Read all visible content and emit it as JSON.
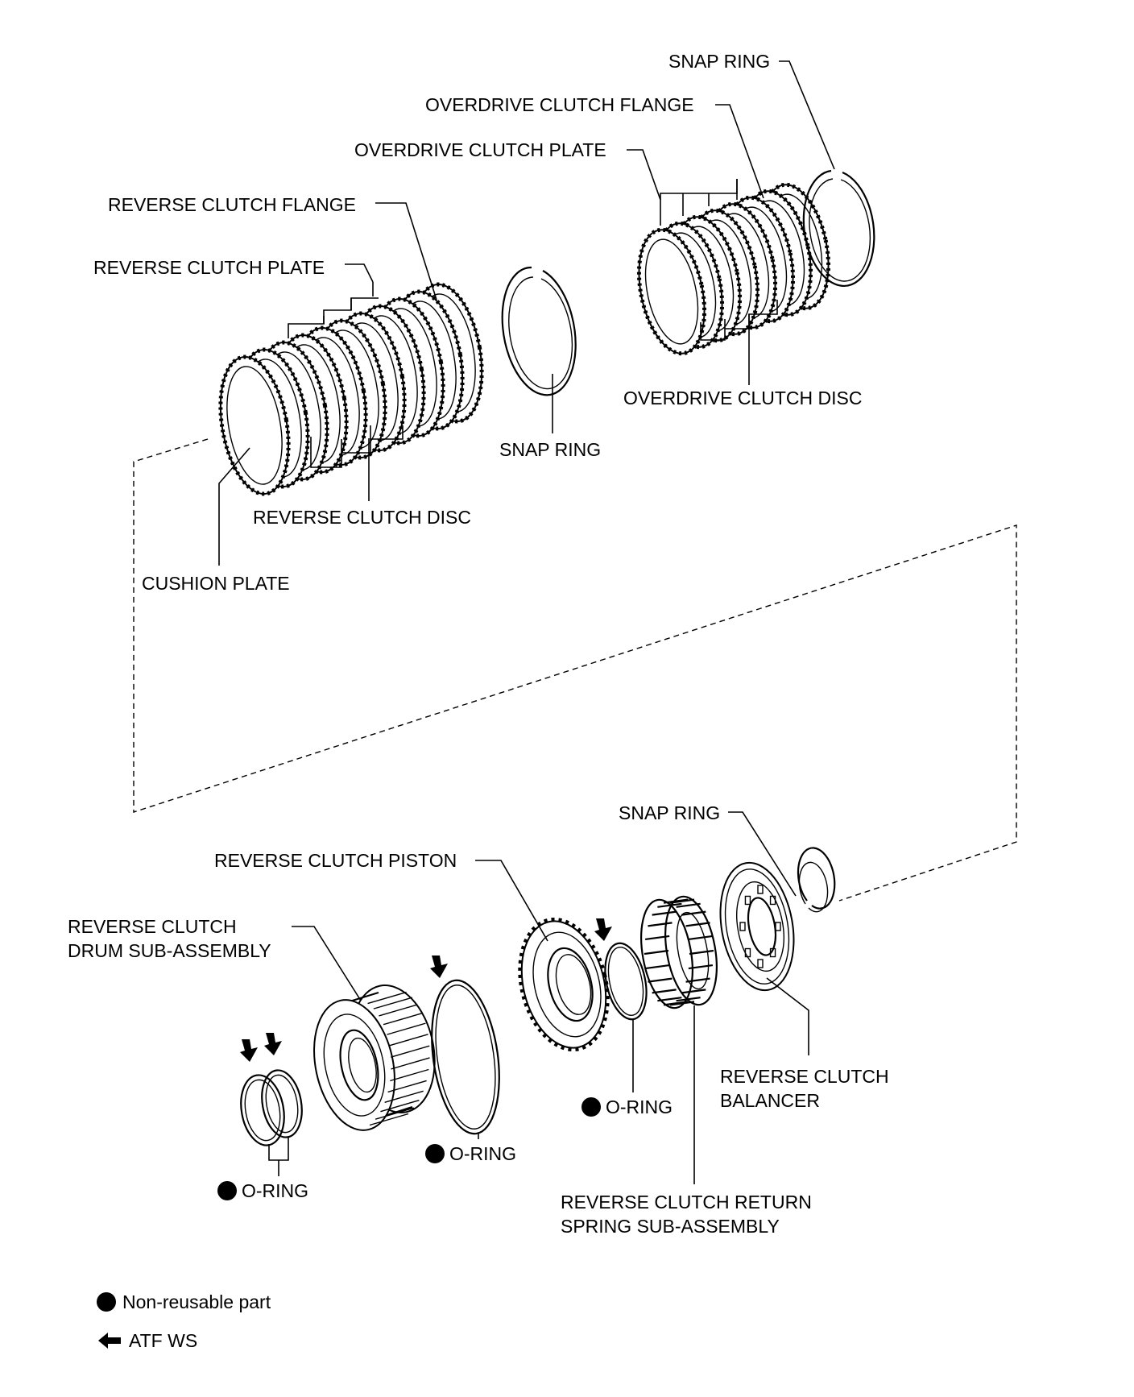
{
  "labels": {
    "snap_ring_top": "SNAP RING",
    "overdrive_clutch_flange": "OVERDRIVE CLUTCH FLANGE",
    "overdrive_clutch_plate": "OVERDRIVE CLUTCH PLATE",
    "reverse_clutch_flange": "REVERSE CLUTCH FLANGE",
    "reverse_clutch_plate": "REVERSE CLUTCH PLATE",
    "overdrive_clutch_disc": "OVERDRIVE CLUTCH DISC",
    "snap_ring_middle": "SNAP RING",
    "reverse_clutch_disc": "REVERSE CLUTCH DISC",
    "cushion_plate": "CUSHION PLATE",
    "snap_ring_bottom": "SNAP RING",
    "reverse_clutch_piston": "REVERSE CLUTCH PISTON",
    "reverse_clutch_drum_line1": "REVERSE CLUTCH",
    "reverse_clutch_drum_line2": "DRUM SUB-ASSEMBLY",
    "reverse_clutch_balancer_line1": "REVERSE CLUTCH",
    "reverse_clutch_balancer_line2": "BALANCER",
    "o_ring_right": "O-RING",
    "o_ring_middle": "O-RING",
    "o_ring_left": "O-RING",
    "return_spring_line1": "REVERSE CLUTCH RETURN",
    "return_spring_line2": "SPRING SUB-ASSEMBLY"
  },
  "legend": {
    "non_reusable": "Non-reusable part",
    "atf": "ATF WS"
  },
  "icons": {
    "non_reusable": "filled-circle-icon",
    "atf": "arrow-left-icon"
  },
  "colors": {
    "ink": "#000000",
    "background": "#ffffff"
  }
}
